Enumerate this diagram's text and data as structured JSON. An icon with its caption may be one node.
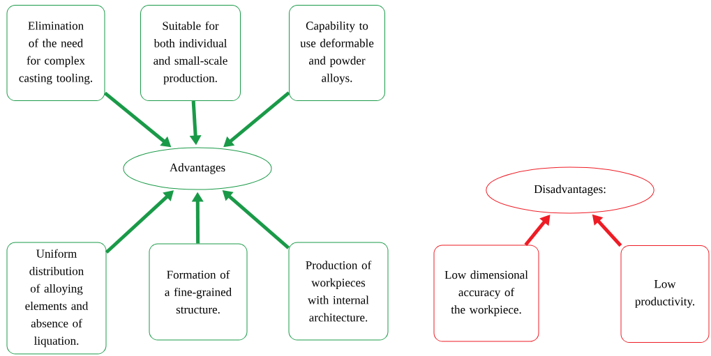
{
  "diagram": {
    "nodes": [
      {
        "text": [
          "Elimination of the need for complex casting tooling."
        ]
      },
      {
        "text": [
          "Suitable for both individual and small-scale production."
        ]
      },
      {
        "text": [
          "Capability to use deformable and powder alloys."
        ]
      },
      {
        "text": [
          "Advantages"
        ]
      },
      {
        "text": [
          "Uniform distribution of alloying elements and absence of liquation."
        ]
      },
      {
        "text": [
          "Formation of a fine-grained structure."
        ]
      },
      {
        "text": [
          "Production of workpieces with internal architecture."
        ]
      },
      {
        "text": [
          "Disadvantages:"
        ]
      },
      {
        "text": [
          "Low dimensional accuracy of the workpiece."
        ]
      },
      {
        "text": [
          "Low productivity."
        ]
      }
    ],
    "edges": [
      {
        "from": 0,
        "to": 3,
        "arrow": "to"
      },
      {
        "from": 1,
        "to": 3,
        "arrow": "to"
      },
      {
        "from": 2,
        "to": 3,
        "arrow": "to"
      },
      {
        "from": 4,
        "to": 3,
        "arrow": "to"
      },
      {
        "from": 5,
        "to": 3,
        "arrow": "to"
      },
      {
        "from": 6,
        "to": 3,
        "arrow": "to"
      },
      {
        "from": 8,
        "to": 7,
        "arrow": "to",
        "color": "#ee1c25"
      },
      {
        "from": 9,
        "to": 7,
        "arrow": "to",
        "color": "#ee1c25"
      }
    ]
  }
}
